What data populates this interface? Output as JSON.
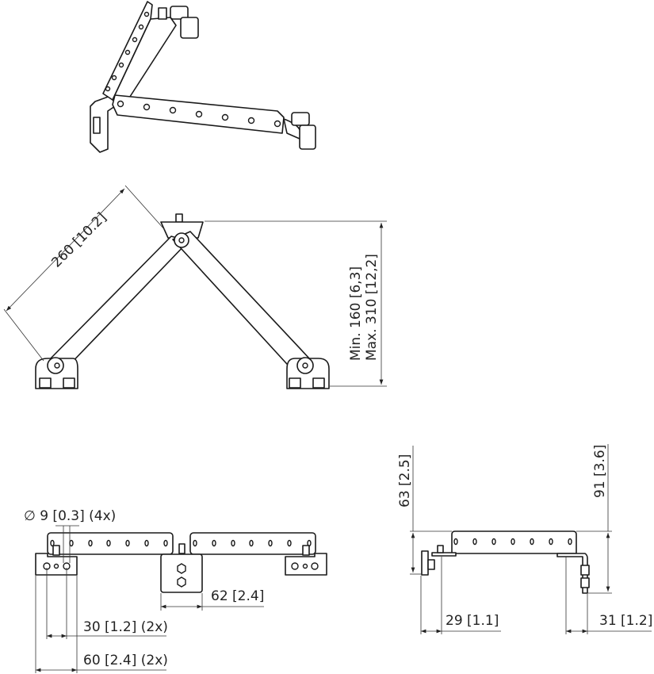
{
  "views": {
    "isometric": {
      "label": ""
    },
    "top": {
      "arm_length": "260 [10.2]",
      "height_min": "Min. 160 [6,3]",
      "height_max": "Max. 310 [12,2]"
    },
    "front": {
      "hole_diameter": "∅ 9 [0.3] (4x)",
      "hole_spacing": "30 [1.2] (2x)",
      "foot_width": "60 [2.4] (2x)",
      "plate_width": "62 [2.4]"
    },
    "side": {
      "left_height": "63 [2.5]",
      "right_height": "91 [3.6]",
      "left_offset": "29 [1.1]",
      "right_offset": "31 [1.2]"
    }
  },
  "colors": {
    "line": "#1a1a1a",
    "background": "#ffffff"
  }
}
